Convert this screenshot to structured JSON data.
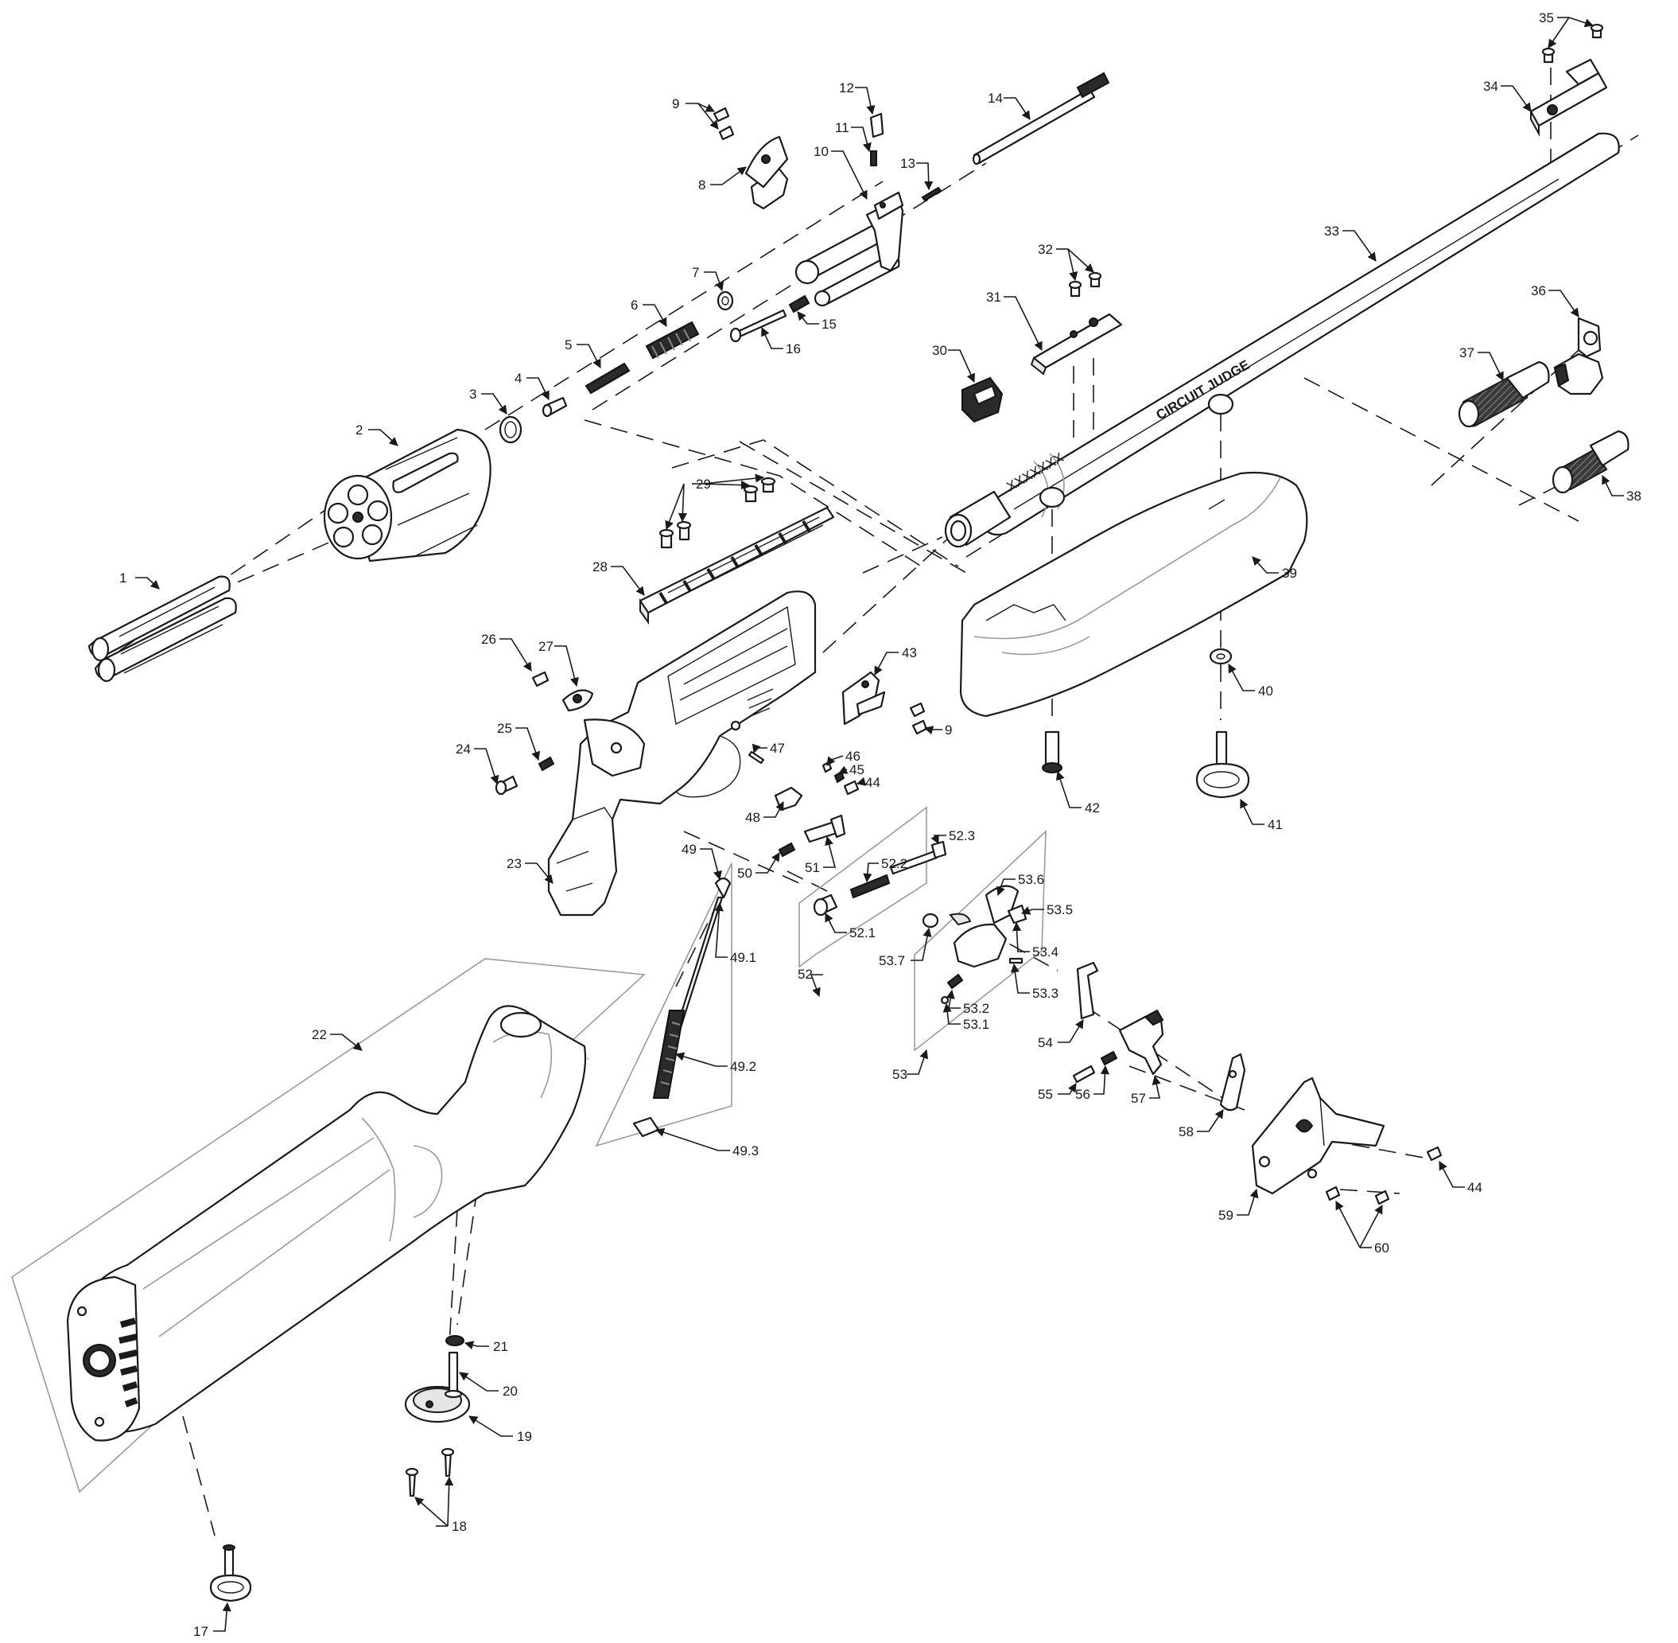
{
  "barrel_marking": "CIRCUIT JUDGE",
  "callouts": [
    "1",
    "2",
    "3",
    "4",
    "5",
    "6",
    "7",
    "8",
    "9",
    "9",
    "10",
    "11",
    "12",
    "13",
    "14",
    "15",
    "16",
    "17",
    "18",
    "19",
    "20",
    "21",
    "22",
    "23",
    "24",
    "25",
    "26",
    "27",
    "28",
    "29",
    "30",
    "31",
    "32",
    "33",
    "34",
    "35",
    "36",
    "37",
    "38",
    "39",
    "40",
    "41",
    "42",
    "43",
    "44",
    "44",
    "45",
    "46",
    "47",
    "48",
    "49",
    "49.1",
    "49.2",
    "49.3",
    "50",
    "51",
    "52",
    "52.1",
    "52.2",
    "52.3",
    "53",
    "53.1",
    "53.2",
    "53.3",
    "53.4",
    "53.5",
    "53.6",
    "53.7",
    "54",
    "55",
    "56",
    "57",
    "58",
    "59",
    "60"
  ]
}
